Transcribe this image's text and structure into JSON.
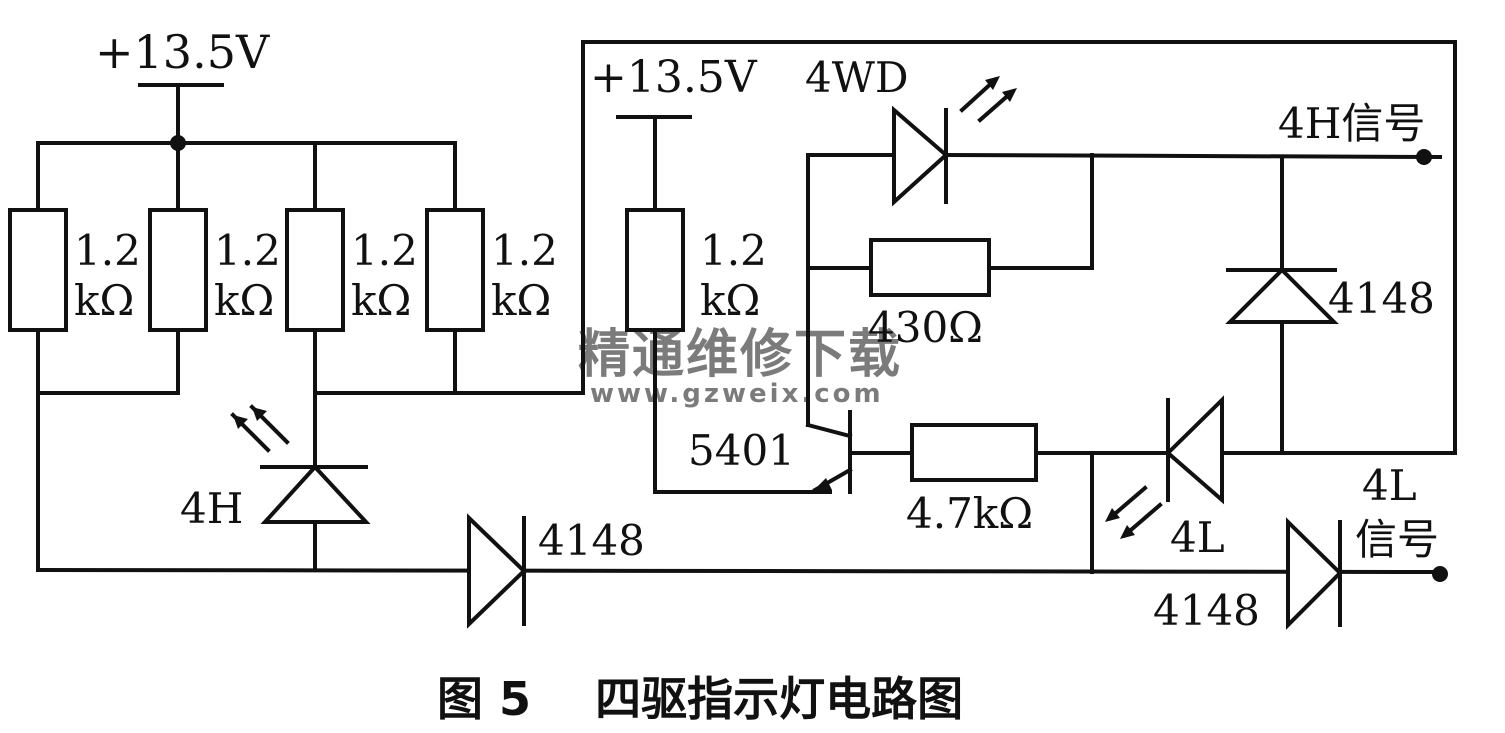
{
  "supply": {
    "left": "+13.5V",
    "right": "+13.5V"
  },
  "resistors": {
    "r1": [
      "1.2",
      "kΩ"
    ],
    "r2": [
      "1.2",
      "kΩ"
    ],
    "r3": [
      "1.2",
      "kΩ"
    ],
    "r4": [
      "1.2",
      "kΩ"
    ],
    "r5": [
      "1.2",
      "kΩ"
    ],
    "r430": "430Ω",
    "r47": "4.7kΩ"
  },
  "leds": {
    "led_4h": "4H",
    "led_4wd": "4WD",
    "led_4l": "4L"
  },
  "transistor": "5401",
  "diodes": {
    "d_mid": "4148",
    "d_right": "4148",
    "d_out": "4148"
  },
  "signals": {
    "sig_4h": "4H信号",
    "sig_4l_a": "4L",
    "sig_4l_b": "信号"
  },
  "watermark": {
    "cn": "精通维修下载",
    "url": "www.gzweix.com",
    "color": "#f2a05c"
  },
  "caption": "图 5    四驱指示灯电路图"
}
